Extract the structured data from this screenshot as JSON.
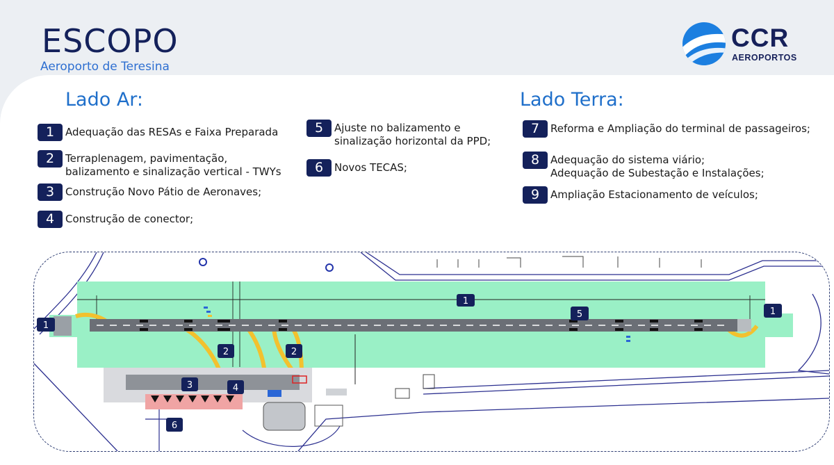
{
  "header": {
    "title": "ESCOPO",
    "subtitle": "Aeroporto de Teresina"
  },
  "logo": {
    "word": "CCR",
    "sub": "AEROPORTOS"
  },
  "lado_ar": {
    "title": "Lado Ar:",
    "items": [
      {
        "num": "1",
        "text": "Adequação das RESAs e Faixa Preparada"
      },
      {
        "num": "2",
        "text": "Terraplenagem, pavimentação,\nbalizamento e sinalização vertical - TWYs"
      },
      {
        "num": "3",
        "text": "Construção Novo Pátio de Aeronaves;"
      },
      {
        "num": "4",
        "text": "Construção de conector;"
      },
      {
        "num": "5",
        "text": "Ajuste no balizamento e\nsinalização horizontal da PPD;"
      },
      {
        "num": "6",
        "text": "Novos TECAS;"
      }
    ]
  },
  "lado_terra": {
    "title": "Lado Terra:",
    "items": [
      {
        "num": "7",
        "text": "Reforma e Ampliação do terminal de passageiros;"
      },
      {
        "num": "8",
        "text": "Adequação do sistema viário;\nAdequação de Subestação e Instalações;"
      },
      {
        "num": "9",
        "text": "Ampliação Estacionamento de veículos;"
      }
    ]
  },
  "map": {
    "markers": [
      {
        "id": "resa-left",
        "label": "1"
      },
      {
        "id": "strip-top",
        "label": "1"
      },
      {
        "id": "resa-right",
        "label": "1"
      },
      {
        "id": "runway",
        "label": "5"
      },
      {
        "id": "twy-a",
        "label": "2"
      },
      {
        "id": "twy-b",
        "label": "2"
      },
      {
        "id": "apron",
        "label": "3"
      },
      {
        "id": "connector",
        "label": "4"
      },
      {
        "id": "tecas",
        "label": "6"
      }
    ],
    "colors": {
      "strip": "#9af0c6",
      "runway": "#6b6f76",
      "taxiway": "#f2c12e",
      "badge": "#14215b",
      "lines": "#2b2f8f"
    }
  }
}
